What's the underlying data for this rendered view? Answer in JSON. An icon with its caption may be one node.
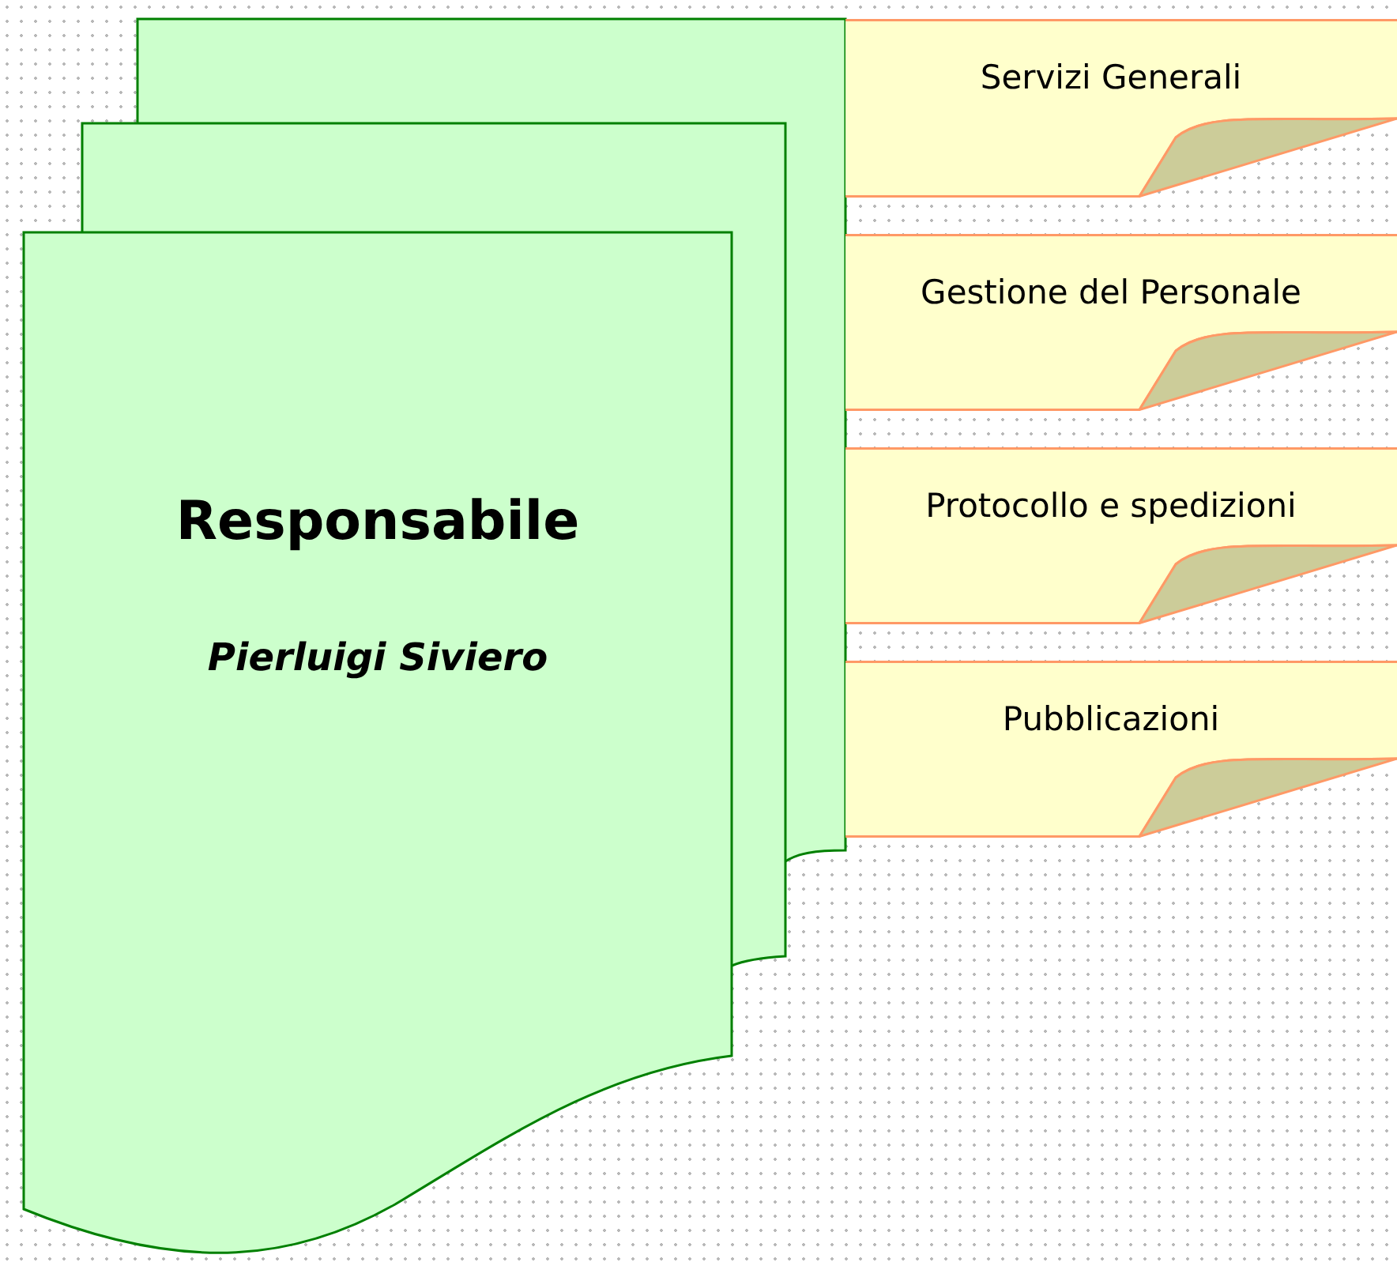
{
  "diagram": {
    "nodes": [
      {
        "text": [
          "Responsabile",
          "Pierluigi Siviero"
        ]
      },
      {
        "text": [
          "Servizi Generali"
        ]
      },
      {
        "text": [
          "Gestione del Personale"
        ]
      },
      {
        "text": [
          "Protocollo e spedizioni"
        ]
      },
      {
        "text": [
          "Pubblicazioni"
        ]
      }
    ]
  }
}
